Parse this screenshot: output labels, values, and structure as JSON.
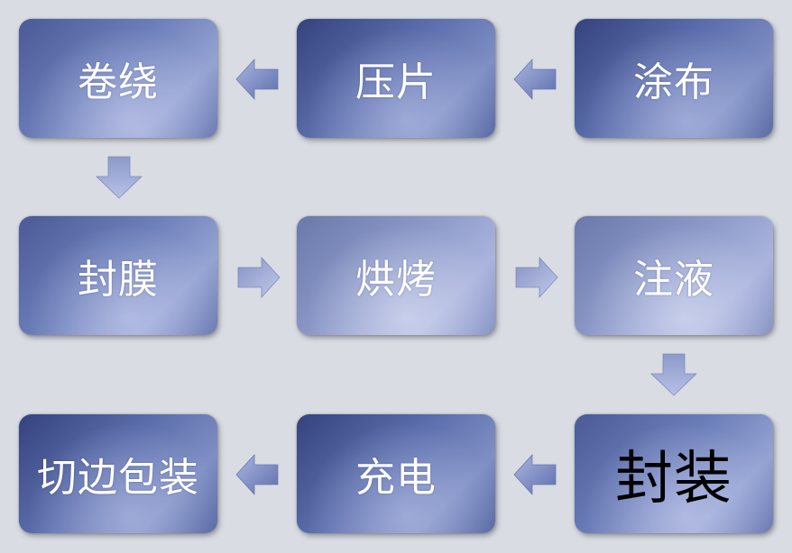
{
  "steps": [
    {
      "label": "涂布"
    },
    {
      "label": "压片"
    },
    {
      "label": "卷绕"
    },
    {
      "label": "封膜"
    },
    {
      "label": "烘烤"
    },
    {
      "label": "注液"
    },
    {
      "label": "封装"
    },
    {
      "label": "充电"
    },
    {
      "label": "切边包装"
    }
  ],
  "colors": {
    "arrow_fill": "#7d8cc4",
    "highlight_text": "#000000",
    "box_text": "#ffffff",
    "background": "#d9dce2"
  }
}
